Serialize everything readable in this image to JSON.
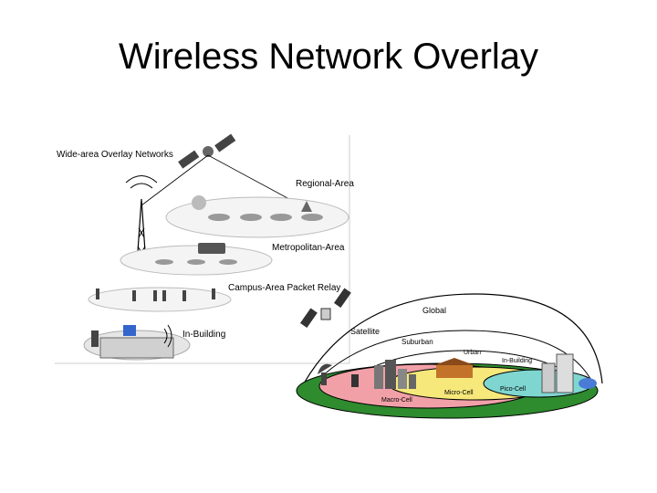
{
  "slide": {
    "title": "Wireless Network Overlay"
  },
  "left_diagram": {
    "heading": "Wide-area Overlay Networks",
    "regional": "Regional-Area",
    "metro": "Metropolitan-Area",
    "campus": "Campus-Area Packet Relay",
    "building": "In-Building"
  },
  "right_diagram": {
    "global": "Global",
    "satellite": "Satellite",
    "suburban": "Suburban",
    "urban": "Urban",
    "in_building": "In-Building",
    "micro_cell": "Micro-Cell",
    "pico_cell": "Pico-Cell",
    "macro_cell": "Macro-Cell"
  },
  "colors": {
    "macro": "#f2a0a8",
    "micro": "#f6e87a",
    "pico": "#7fd6d0",
    "ground": "#2e8b2e"
  }
}
